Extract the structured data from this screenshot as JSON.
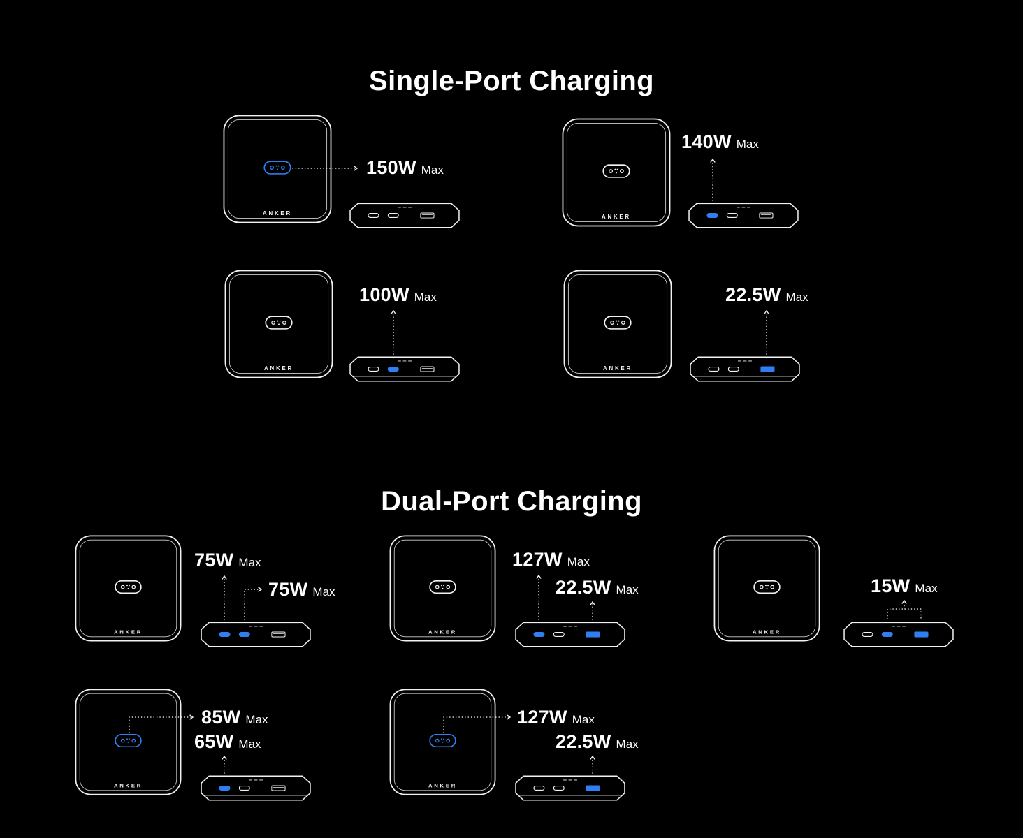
{
  "brand": "ANKER",
  "accent_color": "#2F7FF2",
  "background_color": "#000000",
  "line_color": "#F2F2F2",
  "sections": [
    {
      "title": "Single-Port Charging"
    },
    {
      "title": "Dual-Port Charging"
    }
  ],
  "groups": [
    {
      "labels": [
        {
          "value": "150W",
          "suffix": "Max"
        }
      ],
      "highlight": {
        "outlet": true,
        "usb_c_1": false,
        "usb_c_2": false,
        "usb_a": false
      }
    },
    {
      "labels": [
        {
          "value": "140W",
          "suffix": "Max"
        }
      ],
      "highlight": {
        "outlet": false,
        "usb_c_1": true,
        "usb_c_2": false,
        "usb_a": false
      }
    },
    {
      "labels": [
        {
          "value": "100W",
          "suffix": "Max"
        }
      ],
      "highlight": {
        "outlet": false,
        "usb_c_1": false,
        "usb_c_2": true,
        "usb_a": false
      }
    },
    {
      "labels": [
        {
          "value": "22.5W",
          "suffix": "Max"
        }
      ],
      "highlight": {
        "outlet": false,
        "usb_c_1": false,
        "usb_c_2": false,
        "usb_a": true
      }
    },
    {
      "labels": [
        {
          "value": "75W",
          "suffix": "Max"
        },
        {
          "value": "75W",
          "suffix": "Max"
        }
      ],
      "highlight": {
        "outlet": false,
        "usb_c_1": true,
        "usb_c_2": true,
        "usb_a": false
      }
    },
    {
      "labels": [
        {
          "value": "127W",
          "suffix": "Max"
        },
        {
          "value": "22.5W",
          "suffix": "Max"
        }
      ],
      "highlight": {
        "outlet": false,
        "usb_c_1": true,
        "usb_c_2": false,
        "usb_a": true
      }
    },
    {
      "labels": [
        {
          "value": "15W",
          "suffix": "Max"
        }
      ],
      "highlight": {
        "outlet": false,
        "usb_c_1": false,
        "usb_c_2": true,
        "usb_a": true
      }
    },
    {
      "labels": [
        {
          "value": "85W",
          "suffix": "Max"
        },
        {
          "value": "65W",
          "suffix": "Max"
        }
      ],
      "highlight": {
        "outlet": true,
        "usb_c_1": true,
        "usb_c_2": false,
        "usb_a": false
      }
    },
    {
      "labels": [
        {
          "value": "127W",
          "suffix": "Max"
        },
        {
          "value": "22.5W",
          "suffix": "Max"
        }
      ],
      "highlight": {
        "outlet": true,
        "usb_c_1": false,
        "usb_c_2": false,
        "usb_a": true
      }
    }
  ]
}
